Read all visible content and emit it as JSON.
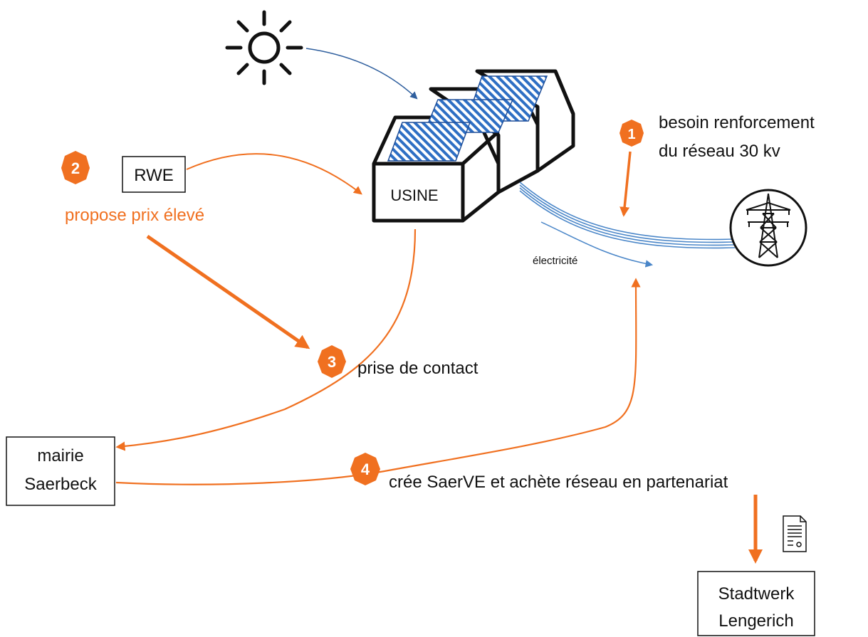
{
  "colors": {
    "orange": "#f07020",
    "blue": "#2f5f9e",
    "light_blue": "#4a86c8",
    "black": "#111111"
  },
  "icons": [
    "sun-icon",
    "factory-icon",
    "solar-panel-icon",
    "pylon-icon",
    "document-icon"
  ],
  "nodes": {
    "usine": "USINE",
    "rwe": "RWE",
    "mairie_line1": "mairie",
    "mairie_line2": "Saerbeck",
    "stadtwerk_line1": "Stadtwerk",
    "stadtwerk_line2": "Lengerich"
  },
  "steps": [
    {
      "number": "1",
      "line1": "besoin renforcement",
      "line2": "du réseau 30 kv"
    },
    {
      "number": "2",
      "text": "propose prix élevé"
    },
    {
      "number": "3",
      "text": "prise de contact"
    },
    {
      "number": "4",
      "text": "crée SaerVE et achète réseau en partenariat"
    }
  ],
  "labels": {
    "electricity": "électricité"
  }
}
